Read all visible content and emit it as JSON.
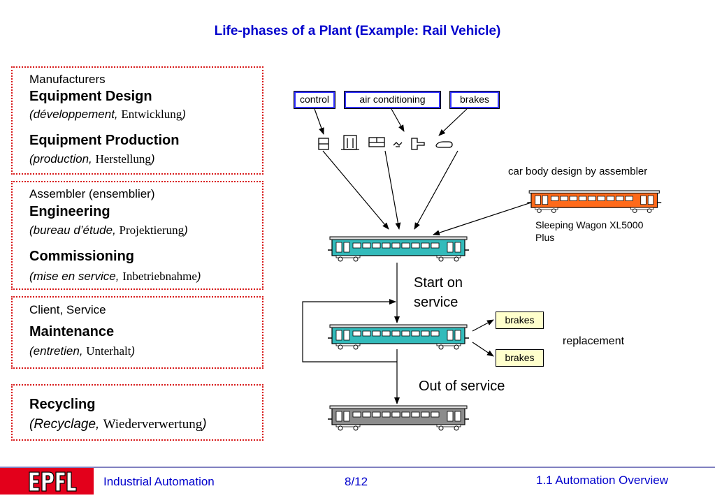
{
  "title": "Life-phases of a Plant (Example: Rail Vehicle)",
  "phases": {
    "manufacturers": {
      "category": "Manufacturers",
      "design_heading": "Equipment Design",
      "design_fr": "(développement, ",
      "design_de": "Entwicklung",
      "production_heading": "Equipment Production",
      "production_fr": "(production, ",
      "production_de": "Herstellung"
    },
    "assembler": {
      "category": "Assembler (ensemblier)",
      "engineering_heading": "Engineering",
      "engineering_fr": "(bureau d’étude, ",
      "engineering_de": "Projektierung",
      "commissioning_heading": "Commissioning",
      "commissioning_fr": "(mise en service, ",
      "commissioning_de": "Inbetriebnahme"
    },
    "client": {
      "category": "Client, Service",
      "maintenance_heading": "Maintenance",
      "maintenance_fr": "(entretien, ",
      "maintenance_de": "Unterhalt"
    },
    "recycling": {
      "heading": "Recycling",
      "fr": "(Recyclage, ",
      "de": "Wiederverwertung"
    },
    "close_paren": ")"
  },
  "diagram": {
    "components": [
      "control",
      "air conditioning",
      "brakes"
    ],
    "car_body_label": "car body design by assembler",
    "wagon_label_line1": "Sleeping Wagon XL5000",
    "wagon_label_line2": "Plus",
    "start_line1": "Start on",
    "start_line2": "service",
    "replacement_brakes_top": "brakes",
    "replacement_brakes_bottom": "brakes",
    "replacement_label": "replacement",
    "out_of_service": "Out of service",
    "colors": {
      "teal": "#33bbbb",
      "orange": "#ff6a1a",
      "gray": "#8c8c8c",
      "arrow_blue": "#3333ff"
    }
  },
  "footer": {
    "course": "Industrial Automation",
    "page": "8/12",
    "section": "1.1 Automation Overview"
  }
}
